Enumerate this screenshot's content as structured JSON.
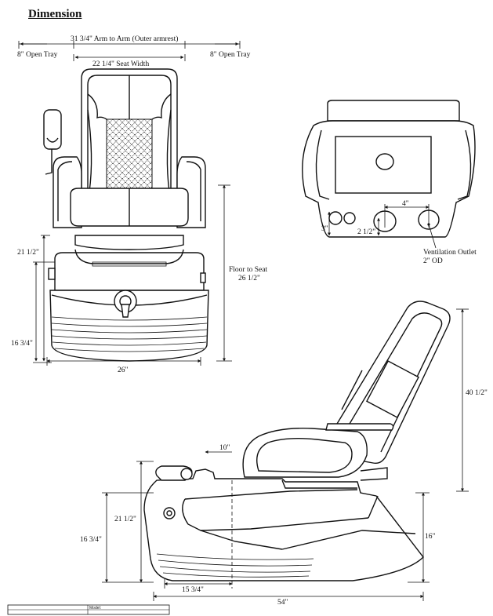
{
  "header": {
    "title": "Dimension"
  },
  "front_view": {
    "arm_to_arm": "31 3/4\" Arm to Arm (Outer armrest)",
    "open_tray_left": "8\" Open Tray",
    "open_tray_right": "8\" Open Tray",
    "seat_width": "22 1/4\" Seat Width",
    "height_21": "21 1/2\"",
    "height_16": "16 3/4\"",
    "base_width": "26\"",
    "floor_to_seat_label": "Floor to Seat",
    "floor_to_seat_value": "26 1/2\""
  },
  "rear_view": {
    "dim_4": "4\"",
    "dim_3": "3\"",
    "dim_2_half": "2 1/2\"",
    "ventilation_label": "Ventilation Outlet",
    "ventilation_size": "2\" OD"
  },
  "side_view": {
    "height_40": "40 1/2\"",
    "dim_10": "10\"",
    "height_21": "21 1/2\"",
    "height_16_left": "16 3/4\"",
    "height_16_right": "16\"",
    "depth_15": "15 3/4\"",
    "length_54": "54\""
  },
  "footer": {
    "model_label": "Model:"
  }
}
